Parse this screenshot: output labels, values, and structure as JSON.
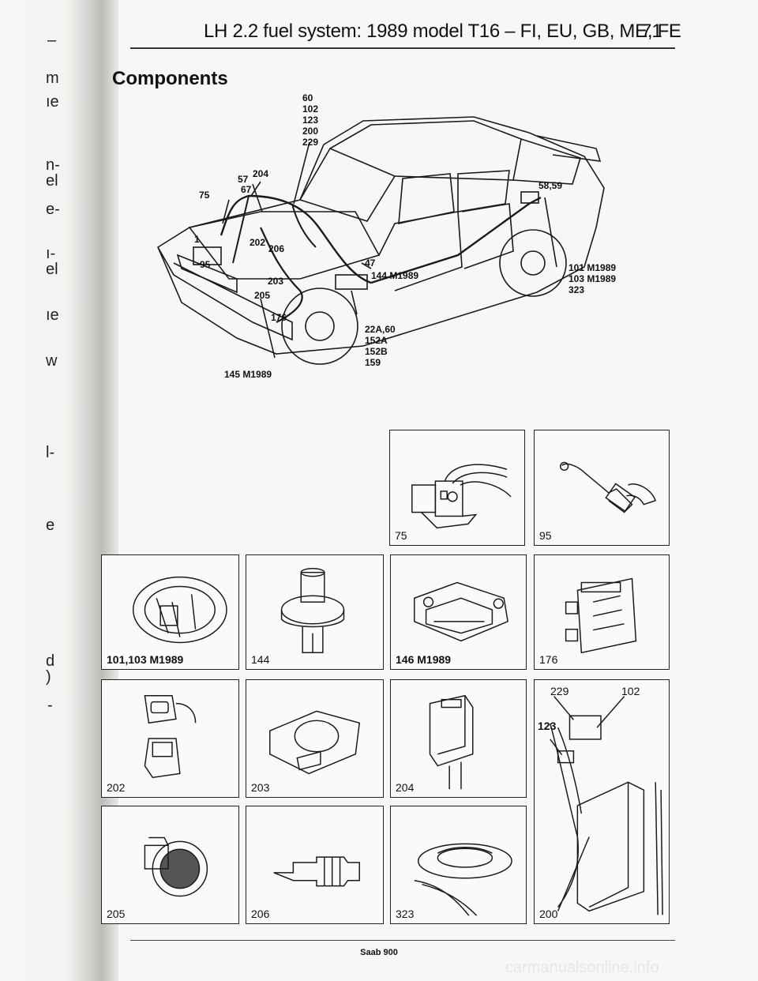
{
  "header": {
    "title": "LH 2.2 fuel system: 1989 model T16 – FI, EU, GB, ME, FE",
    "page": "71"
  },
  "section_title": "Components",
  "margin_fragments": [
    "–",
    "m",
    "ıe",
    "n-",
    "el",
    "e-",
    "ı-",
    "el",
    "ıe",
    "w",
    "l-",
    "e",
    "d",
    ")",
    "-"
  ],
  "car_callouts": {
    "top_stack": [
      "60",
      "102",
      "123",
      "200",
      "229"
    ],
    "c57": "57",
    "c204": "204",
    "c67": "67",
    "c75": "75",
    "c1": "1",
    "c202": "202",
    "c206": "206",
    "c95": "95",
    "c203": "203",
    "c205": "205",
    "c176": "176",
    "c47": "47",
    "c144": "144 M1989",
    "c145": "145 M1989",
    "c58": "58,59",
    "right_stack": [
      "101 M1989",
      "103 M1989",
      "323"
    ],
    "bottom_stack": [
      "22A,60",
      "152A",
      "152B",
      "159"
    ]
  },
  "panels": [
    {
      "id": "75",
      "caption": "75"
    },
    {
      "id": "95",
      "caption": "95"
    },
    {
      "id": "101",
      "caption": "101,103 M1989"
    },
    {
      "id": "144",
      "caption": "144"
    },
    {
      "id": "146",
      "caption": "146 M1989"
    },
    {
      "id": "176",
      "caption": "176"
    },
    {
      "id": "202",
      "caption": "202"
    },
    {
      "id": "203",
      "caption": "203"
    },
    {
      "id": "204",
      "caption": "204"
    },
    {
      "id": "205",
      "caption": "205"
    },
    {
      "id": "206",
      "caption": "206"
    },
    {
      "id": "323",
      "caption": "323"
    }
  ],
  "tall_panel": {
    "label_229": "229",
    "label_102": "102",
    "label_123": "123",
    "label_200": "200"
  },
  "footer": "Saab 900",
  "watermark": "carmanualsonline.info"
}
